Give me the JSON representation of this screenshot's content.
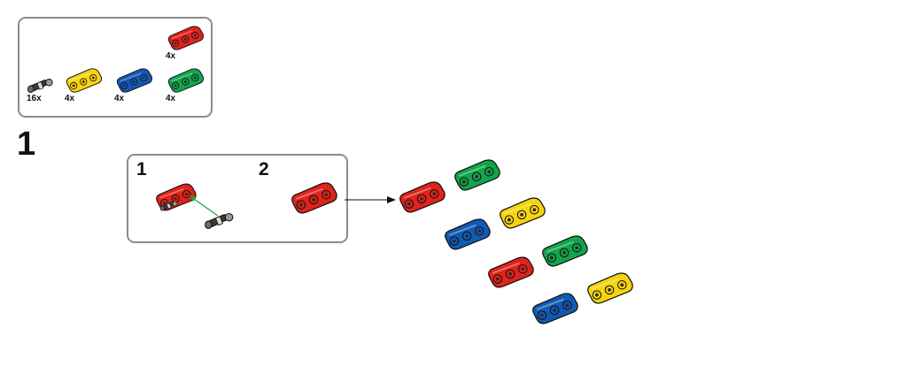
{
  "parts_list": {
    "items": [
      {
        "part": "connector-pin",
        "color": "#3a3a3a",
        "qty": "16x"
      },
      {
        "part": "beam-3",
        "color": "#f6d40f",
        "qty": "4x"
      },
      {
        "part": "beam-3",
        "color": "#1259b4",
        "qty": "4x"
      },
      {
        "part": "beam-3",
        "color": "#12a44c",
        "qty": "4x"
      },
      {
        "part": "beam-3",
        "color": "#e0231b",
        "qty": "4x"
      }
    ]
  },
  "step": {
    "number": "1",
    "substeps": [
      "1",
      "2"
    ]
  },
  "colors": {
    "red": "#e0231b",
    "yellow": "#f6d40f",
    "blue": "#1259b4",
    "green": "#12a44c",
    "arrow_green": "#1aa53a",
    "border": "#8c8c8c"
  }
}
